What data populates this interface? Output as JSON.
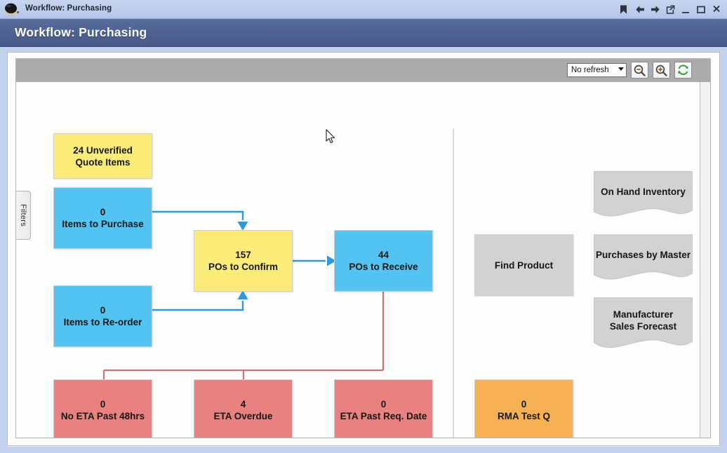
{
  "window": {
    "os_title": "Workflow: Purchasing",
    "logo_icon": "app-logo-icon",
    "controls": [
      {
        "name": "bookmark-icon",
        "label": "Bookmark"
      },
      {
        "name": "back-icon",
        "label": "Back"
      },
      {
        "name": "forward-icon",
        "label": "Forward"
      },
      {
        "name": "popout-icon",
        "label": "Open in new window"
      },
      {
        "name": "minimize-icon",
        "label": "Minimize"
      },
      {
        "name": "maximize-icon",
        "label": "Maximize"
      },
      {
        "name": "close-icon",
        "label": "Close"
      }
    ]
  },
  "header": {
    "title": "Workflow: Purchasing"
  },
  "toolbar": {
    "refresh_value": "No refresh",
    "refresh_options": [
      "No refresh"
    ],
    "zoom_out_label": "Zoom Out",
    "zoom_in_label": "Zoom In",
    "reload_label": "Refresh"
  },
  "sidebar": {
    "filters_tab_label": "Filters"
  },
  "colors": {
    "blue": "#53c3f2",
    "yellow": "#fbec79",
    "red": "#e8817f",
    "orange": "#f7b153",
    "gray": "#d2d2d2",
    "edge_blue": "#2f97e0",
    "edge_red": "#d4706f",
    "header_bar": "#4e6392",
    "toolbar_bg": "#ababab"
  },
  "diagram": {
    "nodes": [
      {
        "id": "unverified-quote-items",
        "num": "",
        "label": "24 Unverified\nQuote Items",
        "color": "yellow",
        "shape": "box"
      },
      {
        "id": "items-to-purchase",
        "num": "0",
        "label": "Items to Purchase",
        "color": "blue",
        "shape": "box"
      },
      {
        "id": "items-to-reorder",
        "num": "0",
        "label": "Items to Re-order",
        "color": "blue",
        "shape": "box"
      },
      {
        "id": "pos-to-confirm",
        "num": "157",
        "label": "POs to Confirm",
        "color": "yellow",
        "shape": "box"
      },
      {
        "id": "pos-to-receive",
        "num": "44",
        "label": "POs to Receive",
        "color": "blue",
        "shape": "box"
      },
      {
        "id": "no-eta-past-48hrs",
        "num": "0",
        "label": "No ETA Past 48hrs",
        "color": "red",
        "shape": "box"
      },
      {
        "id": "eta-overdue",
        "num": "4",
        "label": "ETA Overdue",
        "color": "red",
        "shape": "box"
      },
      {
        "id": "eta-past-req-date",
        "num": "0",
        "label": "ETA Past Req. Date",
        "color": "red",
        "shape": "box"
      },
      {
        "id": "find-product",
        "num": "",
        "label": "Find Product",
        "color": "gray",
        "shape": "box"
      },
      {
        "id": "rma-test-q",
        "num": "0",
        "label": "RMA Test Q",
        "color": "orange",
        "shape": "box"
      },
      {
        "id": "on-hand-inventory",
        "num": "",
        "label": "On Hand Inventory",
        "color": "gray",
        "shape": "doc"
      },
      {
        "id": "purchases-by-master",
        "num": "",
        "label": "Purchases by Master",
        "color": "gray",
        "shape": "doc"
      },
      {
        "id": "manufacturer-sales-forecast",
        "num": "",
        "label": "Manufacturer\nSales Forecast",
        "color": "gray",
        "shape": "doc"
      }
    ],
    "edges": [
      {
        "from": "items-to-purchase",
        "to": "pos-to-confirm",
        "color": "#2f97e0"
      },
      {
        "from": "items-to-reorder",
        "to": "pos-to-confirm",
        "color": "#2f97e0"
      },
      {
        "from": "pos-to-confirm",
        "to": "pos-to-receive",
        "color": "#2f97e0"
      },
      {
        "from": "pos-to-receive",
        "to": "no-eta-past-48hrs",
        "color": "#d4706f"
      },
      {
        "from": "pos-to-receive",
        "to": "eta-overdue",
        "color": "#d4706f"
      },
      {
        "from": "pos-to-receive",
        "to": "eta-past-req-date",
        "color": "#d4706f"
      }
    ]
  }
}
